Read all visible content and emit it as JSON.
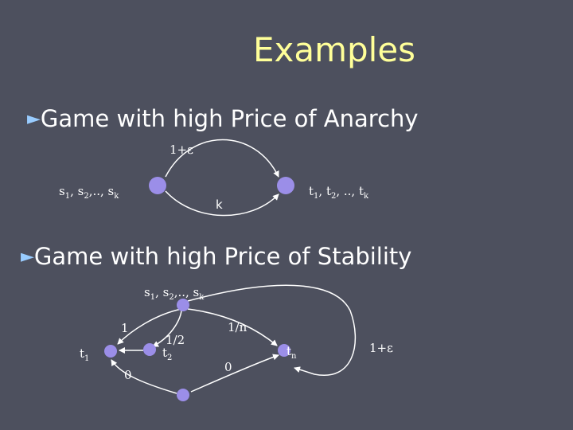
{
  "title": "Examples",
  "bullets": [
    {
      "marker": "►",
      "text": "Game with high Price of Anarchy"
    },
    {
      "marker": "►",
      "text": "Game with high Price of Stability"
    }
  ],
  "diagram1": {
    "source_label": {
      "s": "s",
      "sub1": "1",
      "sep1": ", s",
      "sub2": "2",
      "mid": ",.., s",
      "subk": "k"
    },
    "target_label": {
      "t": "t",
      "sub1": "1",
      "sep1": ", t",
      "sub2": "2",
      "mid": ", .., t",
      "subk": "k"
    },
    "top_edge_cost": "1+ε",
    "bottom_edge_cost": "k",
    "colors": {
      "node": "#9b8ee8",
      "edge": "#ffffff"
    }
  },
  "diagram2": {
    "top_label": {
      "s": "s",
      "sub1": "1",
      "sep1": ", s",
      "sub2": "2",
      "mid": ",.., s",
      "subk": "k"
    },
    "t1_label": {
      "t": "t",
      "sub": "1"
    },
    "t2_label": {
      "t": "t",
      "sub": "2"
    },
    "tn_label": {
      "t": "t",
      "sub": "n"
    },
    "cost_1": "1",
    "cost_half": "1/2",
    "cost_0_left": "0",
    "cost_1_over_n": "1/n",
    "cost_0_right": "0",
    "cost_eps": "1+ε"
  }
}
